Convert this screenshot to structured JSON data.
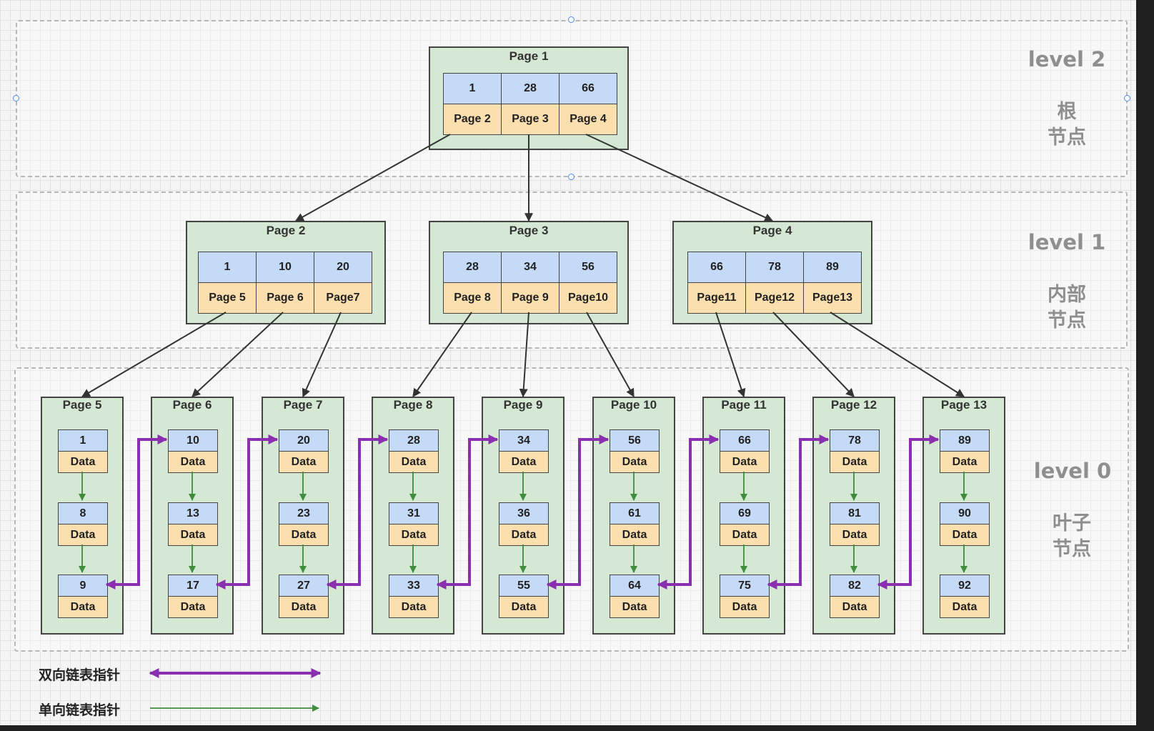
{
  "levels": [
    {
      "title": "level 2",
      "sub": [
        "根",
        "节点"
      ]
    },
    {
      "title": "level 1",
      "sub": [
        "内部",
        "节点"
      ]
    },
    {
      "title": "level 0",
      "sub": [
        "叶子",
        "节点"
      ]
    }
  ],
  "root": {
    "title": "Page 1",
    "keys": [
      "1",
      "28",
      "66"
    ],
    "ptrs": [
      "Page 2",
      "Page 3",
      "Page 4"
    ]
  },
  "internal": [
    {
      "title": "Page 2",
      "keys": [
        "1",
        "10",
        "20"
      ],
      "ptrs": [
        "Page 5",
        "Page 6",
        "Page7"
      ]
    },
    {
      "title": "Page 3",
      "keys": [
        "28",
        "34",
        "56"
      ],
      "ptrs": [
        "Page 8",
        "Page 9",
        "Page10"
      ]
    },
    {
      "title": "Page 4",
      "keys": [
        "66",
        "78",
        "89"
      ],
      "ptrs": [
        "Page11",
        "Page12",
        "Page13"
      ]
    }
  ],
  "leaves": [
    {
      "title": "Page 5",
      "keys": [
        "1",
        "8",
        "9"
      ]
    },
    {
      "title": "Page 6",
      "keys": [
        "10",
        "13",
        "17"
      ]
    },
    {
      "title": "Page 7",
      "keys": [
        "20",
        "23",
        "27"
      ]
    },
    {
      "title": "Page 8",
      "keys": [
        "28",
        "31",
        "33"
      ]
    },
    {
      "title": "Page 9",
      "keys": [
        "34",
        "36",
        "55"
      ]
    },
    {
      "title": "Page 10",
      "keys": [
        "56",
        "61",
        "64"
      ]
    },
    {
      "title": "Page 11",
      "keys": [
        "66",
        "69",
        "75"
      ]
    },
    {
      "title": "Page 12",
      "keys": [
        "78",
        "81",
        "82"
      ]
    },
    {
      "title": "Page 13",
      "keys": [
        "89",
        "90",
        "92"
      ]
    }
  ],
  "data_label": "Data",
  "legend": {
    "double": "双向链表指针",
    "single": "单向链表指针"
  },
  "colors": {
    "page_fill": "#d5e8d4",
    "key_fill": "#c5daf7",
    "ptr_fill": "#fbdfae",
    "double_link": "#8a2fb0",
    "single_link": "#3e8e3e",
    "tree_edge": "#333333"
  }
}
